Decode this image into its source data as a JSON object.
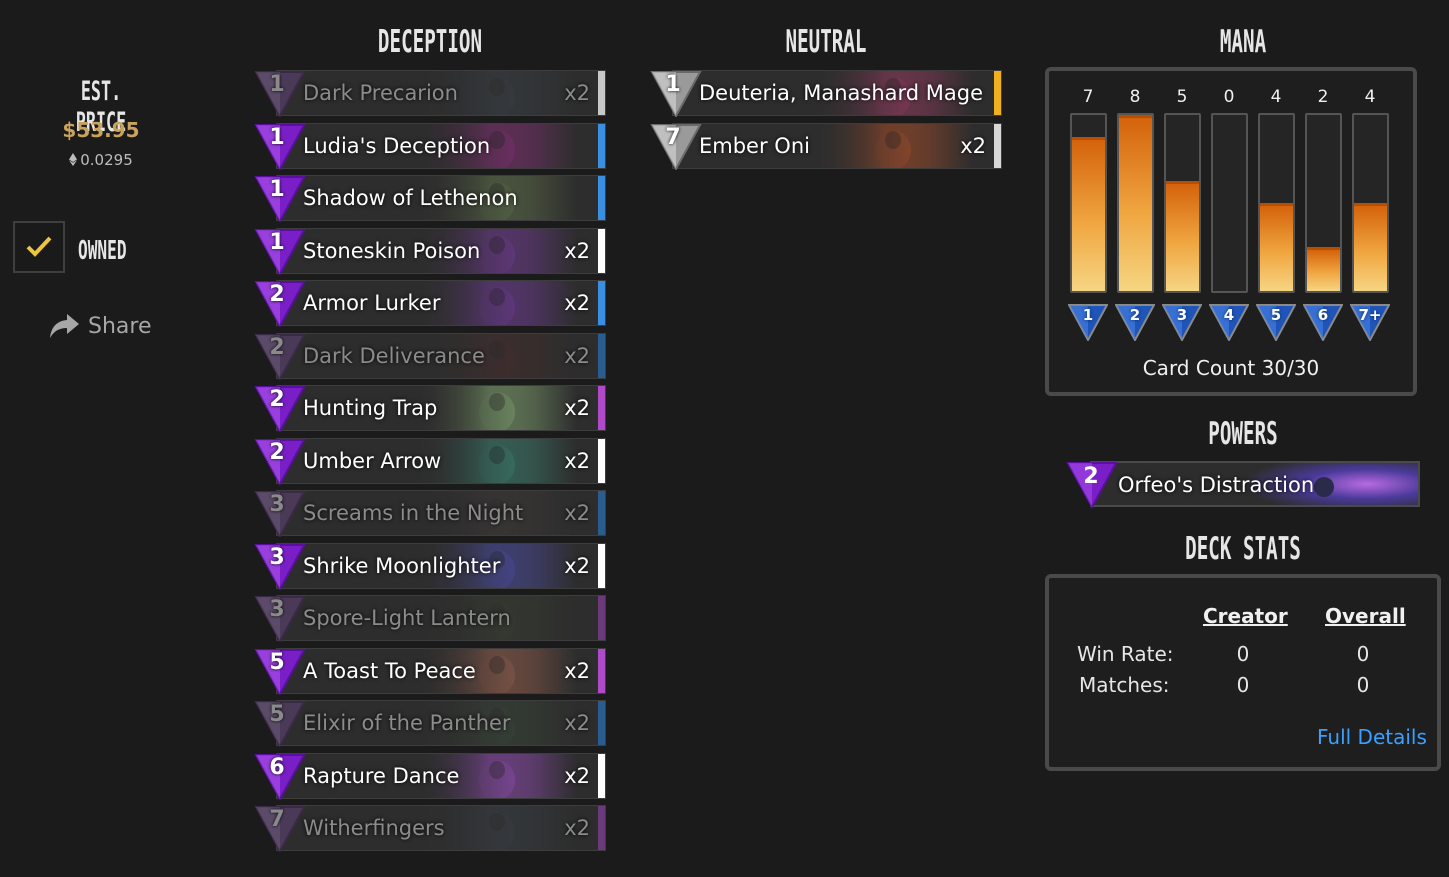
{
  "price": {
    "title": "EST. PRICE",
    "usd": "$53.95",
    "eth": "0.0295"
  },
  "owned": {
    "label": "OWNED",
    "checked": true
  },
  "share": {
    "label": "Share"
  },
  "sections": {
    "deception": "DECEPTION",
    "neutral": "NEUTRAL",
    "mana": "MANA",
    "powers": "POWERS",
    "deck_stats": "DECK STATS"
  },
  "deception_cards": [
    {
      "cost": "1",
      "name": "Dark Precarion",
      "qty": "x2",
      "owned": false,
      "edge": "#c8c8c8",
      "art": "#4a5b6a"
    },
    {
      "cost": "1",
      "name": "Ludia's Deception",
      "qty": "",
      "owned": true,
      "edge": "#3a8fe0",
      "art": "#7a2f6e"
    },
    {
      "cost": "1",
      "name": "Shadow of Lethenon",
      "qty": "",
      "owned": true,
      "edge": "#3a8fe0",
      "art": "#5a6a48"
    },
    {
      "cost": "1",
      "name": "Stoneskin Poison",
      "qty": "x2",
      "owned": true,
      "edge": "#ffffff",
      "art": "#6b3a8a"
    },
    {
      "cost": "2",
      "name": "Armor Lurker",
      "qty": "x2",
      "owned": true,
      "edge": "#3a8fe0",
      "art": "#6a3a8e"
    },
    {
      "cost": "2",
      "name": "Dark Deliverance",
      "qty": "x2",
      "owned": false,
      "edge": "#2a5c8e",
      "art": "#6a3030"
    },
    {
      "cost": "2",
      "name": "Hunting Trap",
      "qty": "x2",
      "owned": true,
      "edge": "#b04ac8",
      "art": "#7a9a6a"
    },
    {
      "cost": "2",
      "name": "Umber Arrow",
      "qty": "x2",
      "owned": true,
      "edge": "#ffffff",
      "art": "#3a7a6a"
    },
    {
      "cost": "3",
      "name": "Screams in the Night",
      "qty": "x2",
      "owned": false,
      "edge": "#2a5c8e",
      "art": "#5a4a4a"
    },
    {
      "cost": "3",
      "name": "Shrike Moonlighter",
      "qty": "x2",
      "owned": true,
      "edge": "#ffffff",
      "art": "#4a4a9a"
    },
    {
      "cost": "3",
      "name": "Spore-Light Lantern",
      "qty": "",
      "owned": false,
      "edge": "#6a3a7a",
      "art": "#4a5a3a"
    },
    {
      "cost": "5",
      "name": "A Toast To Peace",
      "qty": "x2",
      "owned": true,
      "edge": "#b04ac8",
      "art": "#8a5a4a"
    },
    {
      "cost": "5",
      "name": "Elixir of the Panther",
      "qty": "x2",
      "owned": false,
      "edge": "#2a5c8e",
      "art": "#4a6a4a"
    },
    {
      "cost": "6",
      "name": "Rapture Dance",
      "qty": "x2",
      "owned": true,
      "edge": "#ffffff",
      "art": "#8a4aa8"
    },
    {
      "cost": "7",
      "name": "Witherfingers",
      "qty": "x2",
      "owned": false,
      "edge": "#6a3a7a",
      "art": "#4a5a6a"
    }
  ],
  "neutral_cards": [
    {
      "cost": "1",
      "name": "Deuteria, Manashard Mage",
      "qty": "",
      "owned": true,
      "edge": "#f0b020",
      "art": "#8a3a5a"
    },
    {
      "cost": "7",
      "name": "Ember Oni",
      "qty": "x2",
      "owned": true,
      "edge": "#d8d8d8",
      "art": "#9a4a2a"
    }
  ],
  "mana": {
    "counts": [
      "7",
      "8",
      "5",
      "0",
      "4",
      "2",
      "4"
    ],
    "fill_fraction": [
      0.875,
      1.0,
      0.625,
      0,
      0.5,
      0.25,
      0.5
    ],
    "labels": [
      "1",
      "2",
      "3",
      "4",
      "5",
      "6",
      "7+"
    ],
    "card_count": "Card Count 30/30"
  },
  "power": {
    "cost": "2",
    "name": "Orfeo's Distraction"
  },
  "stats": {
    "col_creator": "Creator",
    "col_overall": "Overall",
    "win_rate_label": "Win Rate:",
    "matches_label": "Matches:",
    "win_rate_creator": "0",
    "win_rate_overall": "0",
    "matches_creator": "0",
    "matches_overall": "0",
    "full_details": "Full Details"
  },
  "colors": {
    "accent_gold": "#c9a25c",
    "link_blue": "#3aa0ff",
    "gem_purple": "#8a2bd6",
    "gem_blue": "#2a6fd6",
    "gem_gray": "#a8a8a8"
  }
}
